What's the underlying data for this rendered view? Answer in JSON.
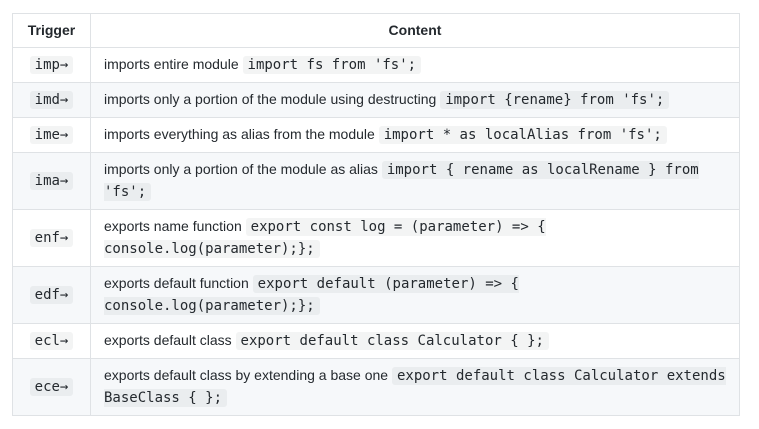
{
  "colors": {
    "background": "#ffffff",
    "text": "#24292e",
    "border": "#dfe2e5",
    "row_stripe": "#f6f8fa",
    "code_background": "rgba(27,31,35,0.05)"
  },
  "table": {
    "headers": {
      "trigger": "Trigger",
      "content": "Content"
    },
    "rows": [
      {
        "trigger": "imp→",
        "description": "imports entire module",
        "code": "import fs from 'fs';"
      },
      {
        "trigger": "imd→",
        "description": "imports only a portion of the module using destructing",
        "code": "import {rename} from 'fs';"
      },
      {
        "trigger": "ime→",
        "description": "imports everything as alias from the module",
        "code": "import * as localAlias from 'fs';"
      },
      {
        "trigger": "ima→",
        "description": "imports only a portion of the module as alias",
        "code": "import { rename as localRename } from 'fs';"
      },
      {
        "trigger": "enf→",
        "description": "exports name function",
        "code": "export const log = (parameter) => { console.log(parameter);};"
      },
      {
        "trigger": "edf→",
        "description": "exports default function",
        "code": "export default (parameter) => { console.log(parameter);};"
      },
      {
        "trigger": "ecl→",
        "description": "exports default class",
        "code": "export default class Calculator { };"
      },
      {
        "trigger": "ece→",
        "description": "exports default class by extending a base one",
        "code": "export default class Calculator extends BaseClass { };"
      }
    ]
  }
}
